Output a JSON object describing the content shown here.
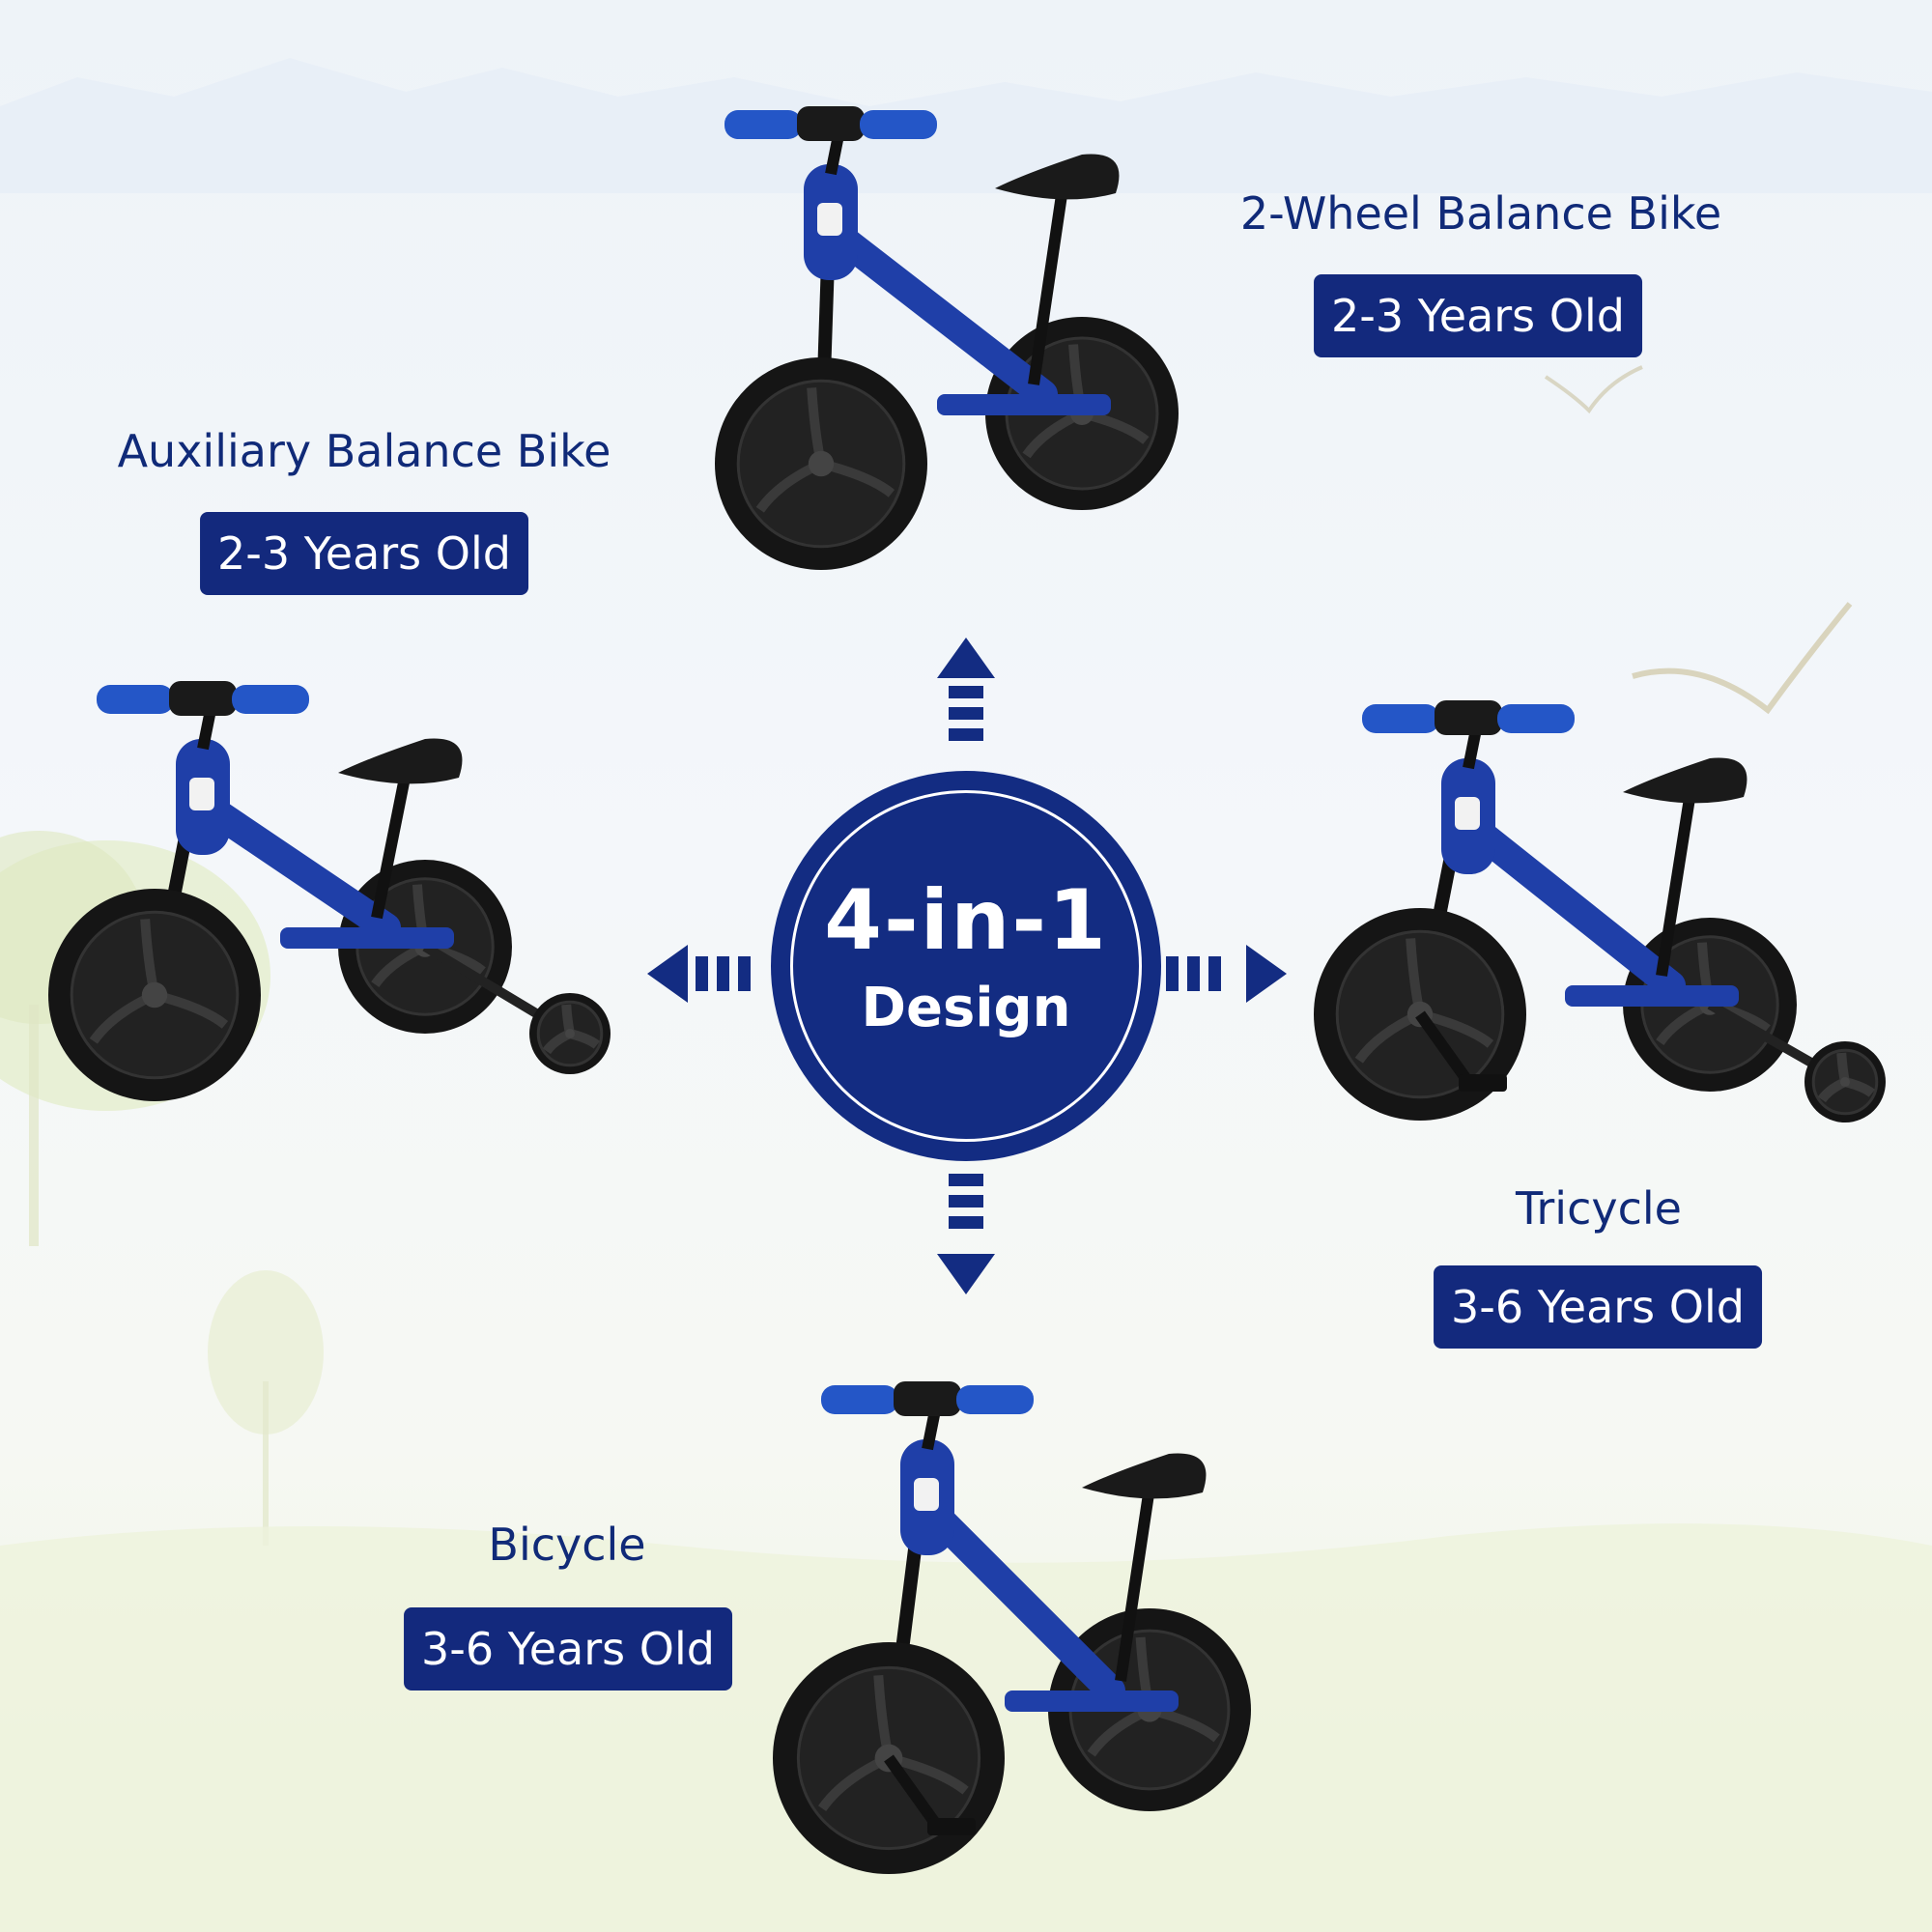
{
  "center": {
    "line1": "4-in-1",
    "line2": "Design"
  },
  "modes": [
    {
      "title": "2-Wheel Balance Bike",
      "age": "2-3 Years Old",
      "wheels": "two-wheel"
    },
    {
      "title": "Auxiliary Balance Bike",
      "age": "2-3 Years Old",
      "wheels": "training-wheels"
    },
    {
      "title": "Tricycle",
      "age": "3-6 Years Old",
      "wheels": "training-wheels-pedals"
    },
    {
      "title": "Bicycle",
      "age": "3-6 Years Old",
      "wheels": "two-wheel-pedals"
    }
  ],
  "colors": {
    "navy": "#132c82",
    "frame_blue": "#1f3fa8",
    "grip_blue": "#2456c7",
    "tire": "#151515"
  }
}
